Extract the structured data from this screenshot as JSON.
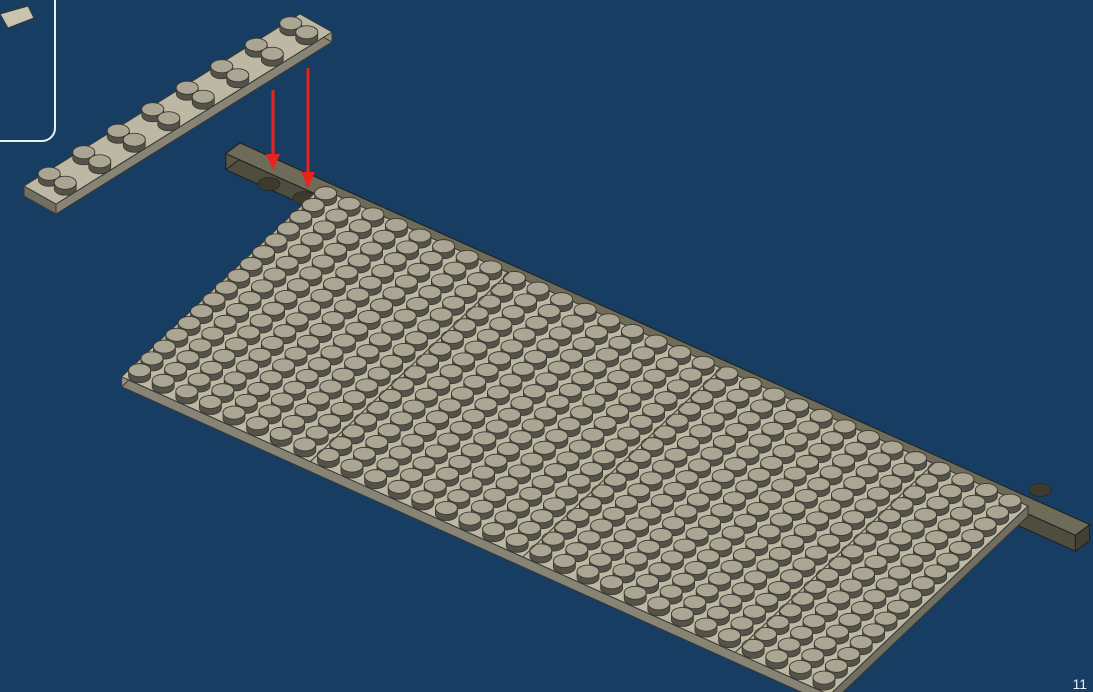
{
  "page": {
    "number": "11"
  },
  "colors": {
    "background": "#173d63",
    "tan_plate": "#bdb8a3",
    "dark_tan_plate": "#6e6b58",
    "arrow": "#e8231c",
    "callout_border": "#e9eef3"
  },
  "instruction": {
    "arrows": 2,
    "parts": [
      "tan-plate-2x8",
      "tan-plate-large",
      "dark-tan-plate-row"
    ]
  }
}
